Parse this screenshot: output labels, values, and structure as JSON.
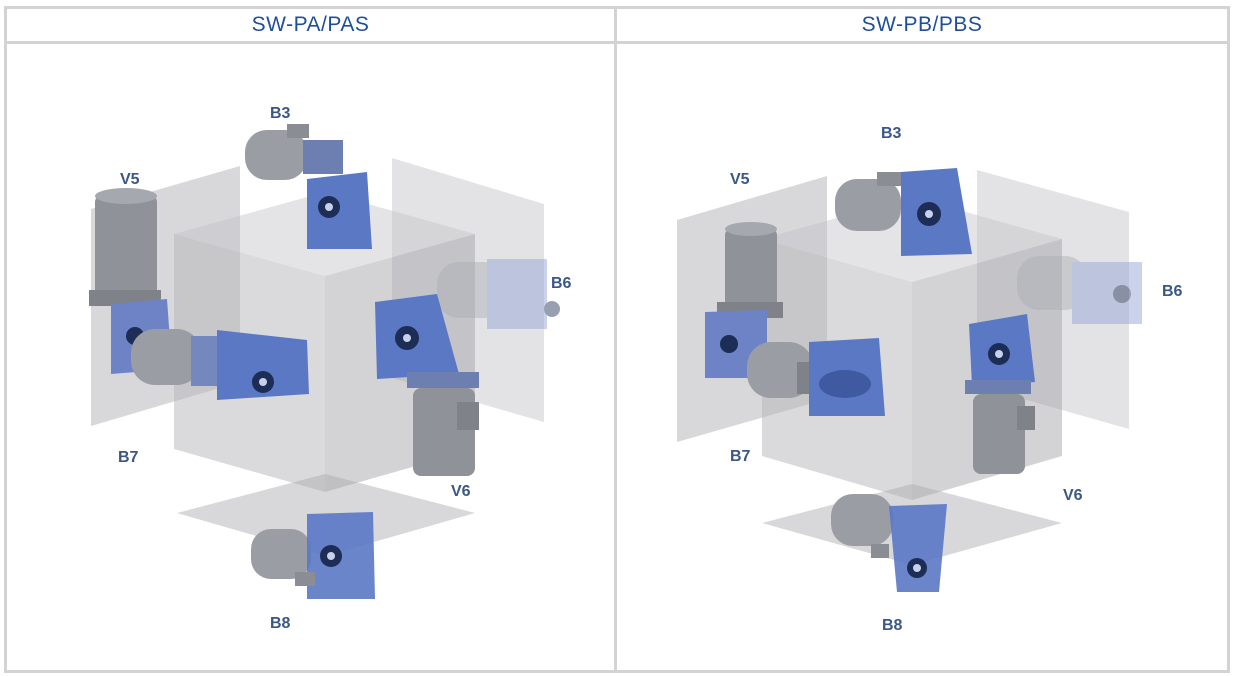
{
  "panels": [
    {
      "title": "SW-PA/PAS",
      "labels": {
        "b3": "B3",
        "v5": "V5",
        "b6": "B6",
        "b7": "B7",
        "v6": "V6",
        "b8": "B8"
      }
    },
    {
      "title": "SW-PB/PBS",
      "labels": {
        "b3": "B3",
        "v5": "V5",
        "b6": "B6",
        "b7": "B7",
        "v6": "V6",
        "b8": "B8"
      }
    }
  ],
  "colors": {
    "header_text": "#1d4f9a",
    "label_text": "#3a5786",
    "gearbox_blue": "#5a78c4",
    "motor_grey": "#9a9da3",
    "plane_grey": "#a8a8ad",
    "border": "#d3d3d3"
  }
}
